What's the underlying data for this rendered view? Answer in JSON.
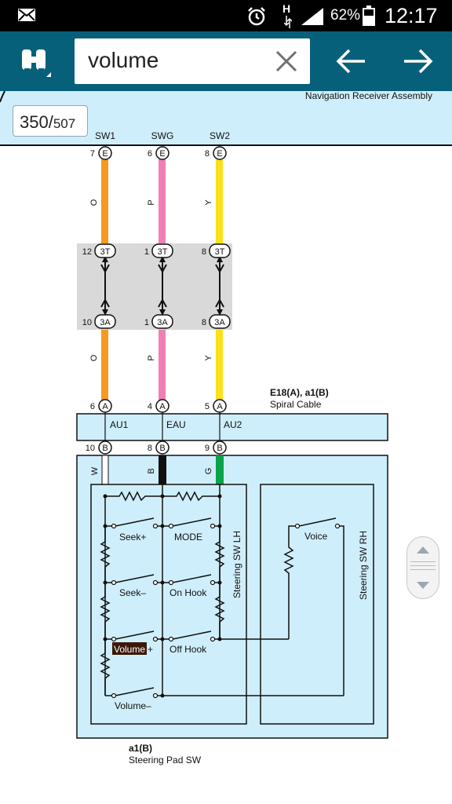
{
  "status_bar": {
    "battery": "62%",
    "time": "12:17",
    "network": "H"
  },
  "toolbar": {
    "search_value": "volume"
  },
  "pager": {
    "current": "350/",
    "total": "507"
  },
  "diagram": {
    "title_top": "Navigation Receiver Assembly",
    "connector_top": {
      "terminals": [
        {
          "pin": "7",
          "code": "E",
          "label": "SW1"
        },
        {
          "pin": "6",
          "code": "E",
          "label": "SWG"
        },
        {
          "pin": "8",
          "code": "E",
          "label": "SW2"
        }
      ]
    },
    "wire_colors_upper": [
      "O",
      "P",
      "Y"
    ],
    "junction_top": [
      {
        "pin": "12",
        "code": "3T"
      },
      {
        "pin": "1",
        "code": "3T"
      },
      {
        "pin": "8",
        "code": "3T"
      }
    ],
    "junction_bottom": [
      {
        "pin": "10",
        "code": "3A"
      },
      {
        "pin": "1",
        "code": "3A"
      },
      {
        "pin": "8",
        "code": "3A"
      }
    ],
    "wire_colors_lower": [
      "O",
      "P",
      "Y"
    ],
    "spiral_cable": {
      "ref": "E18(A), a1(B)",
      "name": "Spiral Cable",
      "in_pins": [
        {
          "pin": "6",
          "code": "A"
        },
        {
          "pin": "4",
          "code": "A"
        },
        {
          "pin": "5",
          "code": "A"
        }
      ],
      "labels": [
        "AU1",
        "EAU",
        "AU2"
      ],
      "out_pins": [
        {
          "pin": "10",
          "code": "B"
        },
        {
          "pin": "8",
          "code": "B"
        },
        {
          "pin": "9",
          "code": "B"
        }
      ]
    },
    "wire_colors_bottom": [
      "W",
      "B",
      "G"
    ],
    "switch_labels": {
      "seek_plus": "Seek+",
      "mode": "MODE",
      "seek_minus": "Seek–",
      "on_hook": "On Hook",
      "volume_plus_hl": "Volume",
      "volume_plus_sign": "+",
      "off_hook": "Off Hook",
      "volume_minus": "Volume–",
      "voice": "Voice"
    },
    "lh_label": "Steering SW LH",
    "rh_label": "Steering SW RH",
    "pad": {
      "ref": "a1(B)",
      "name": "Steering Pad SW"
    }
  },
  "colors": {
    "toolbar": "#07607a",
    "diagram_panel": "#cfeefb",
    "wire_orange": "#f59a1e",
    "wire_pink": "#f07fb4",
    "wire_yellow": "#fde018",
    "wire_green": "#0aa24a",
    "highlight": "#3a1808"
  },
  "icons": {
    "app": "binoculars-icon",
    "clear": "close-icon",
    "back": "arrow-left-icon",
    "forward": "arrow-right-icon",
    "scroll_up": "chevron-up-icon",
    "scroll_down": "chevron-down-icon"
  }
}
